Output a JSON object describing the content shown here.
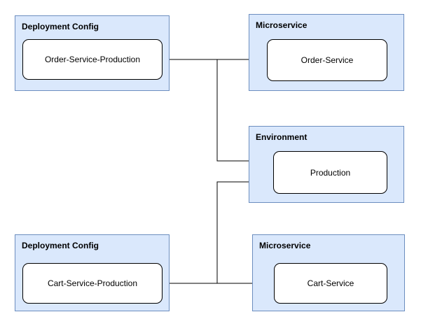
{
  "diagram": {
    "colors": {
      "container_fill": "#dae8fc",
      "container_border": "#6c8ebf",
      "node_fill": "#ffffff",
      "node_border": "#000000",
      "edge_color": "#000000",
      "text_color": "#000000",
      "canvas_bg": "#ffffff"
    },
    "containers": [
      {
        "id": "deployment-config-top",
        "title": "Deployment Config",
        "node": {
          "id": "order-service-production",
          "label": "Order-Service-Production"
        }
      },
      {
        "id": "microservice-top",
        "title": "Microservice",
        "node": {
          "id": "order-service",
          "label": "Order-Service"
        }
      },
      {
        "id": "environment",
        "title": "Environment",
        "node": {
          "id": "production",
          "label": "Production"
        }
      },
      {
        "id": "deployment-config-bottom",
        "title": "Deployment Config",
        "node": {
          "id": "cart-service-production",
          "label": "Cart-Service-Production"
        }
      },
      {
        "id": "microservice-bottom",
        "title": "Microservice",
        "node": {
          "id": "cart-service",
          "label": "Cart-Service"
        }
      }
    ],
    "edges": [
      {
        "from": "Order-Service-Production",
        "to": "Order-Service",
        "style": "orthogonal-arrow"
      },
      {
        "from": "Order-Service-Production",
        "to": "Production",
        "style": "orthogonal-arrow"
      },
      {
        "from": "Cart-Service-Production",
        "to": "Cart-Service",
        "style": "orthogonal-arrow"
      },
      {
        "from": "Cart-Service-Production",
        "to": "Production",
        "style": "orthogonal-arrow"
      }
    ]
  }
}
